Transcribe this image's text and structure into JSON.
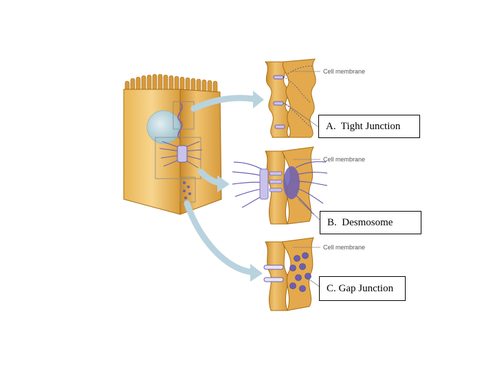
{
  "labels": {
    "cell_membrane_1": "Cell membrane",
    "cell_membrane_2": "Cell membrane",
    "cell_membrane_3": "Cell membrane",
    "tight_junction": "A.  Tight Junction",
    "desmosome": "B.  Desmosome",
    "gap_junction": "C. Gap Junction"
  },
  "colors": {
    "cell_fill": "#f2c46a",
    "cell_dark": "#c8861e",
    "cell_edge": "#a86c14",
    "junction": "#6b5fb5",
    "junction_light": "#c9c3ea",
    "arrow": "#b9d3de",
    "nucleus": "#b8d4dc"
  }
}
